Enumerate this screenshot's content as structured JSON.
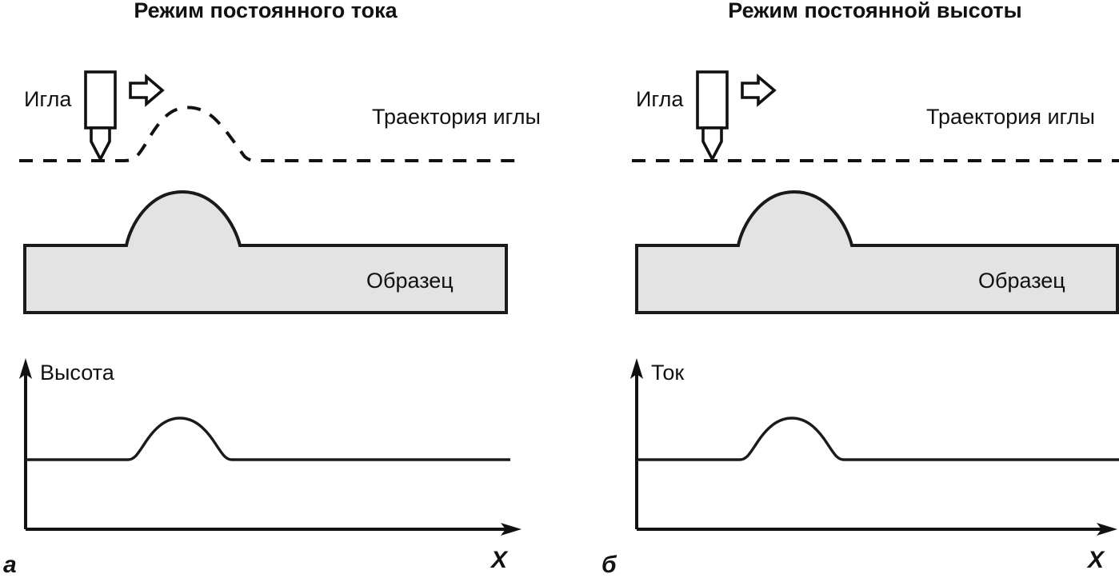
{
  "figure": {
    "type": "scientific-diagram",
    "subject": "Scanning tunneling microscope operating modes",
    "background_color": "#ffffff",
    "line_color": "#111111",
    "sample_fill_color": "#e3e3e3"
  },
  "panels": [
    {
      "id": "a",
      "panel_label": "а",
      "title": "Режим постоянного тока",
      "tip_label": "Игла",
      "scan_direction_icon": "right-arrow-icon",
      "trajectory_label": "Траектория иглы",
      "sample_label": "Образец",
      "graph": {
        "y_axis_label": "Высота",
        "x_axis_label": "X"
      }
    },
    {
      "id": "b",
      "panel_label": "б",
      "title": "Режим постоянной высоты",
      "tip_label": "Игла",
      "scan_direction_icon": "right-arrow-icon",
      "trajectory_label": "Траектория иглы",
      "sample_label": "Образец",
      "graph": {
        "y_axis_label": "Ток",
        "x_axis_label": "X"
      }
    }
  ],
  "chart_data": [
    {
      "type": "line",
      "panel": "а",
      "title": "Высота",
      "xlabel": "X",
      "ylabel": "Высота",
      "description": "Height signal rises over the surface bump in constant-current mode",
      "grid": false,
      "legend": null,
      "x": [
        0,
        120,
        160,
        200,
        240,
        280,
        300,
        320,
        600
      ],
      "y": [
        0,
        0,
        18,
        40,
        50,
        40,
        22,
        0,
        0
      ]
    },
    {
      "type": "line",
      "panel": "б",
      "title": "Ток",
      "xlabel": "X",
      "ylabel": "Ток",
      "description": "Tunneling current rises over the surface bump in constant-height mode",
      "grid": false,
      "legend": null,
      "x": [
        0,
        120,
        160,
        200,
        240,
        280,
        300,
        320,
        600
      ],
      "y": [
        0,
        0,
        18,
        40,
        50,
        40,
        22,
        0,
        0
      ]
    }
  ]
}
